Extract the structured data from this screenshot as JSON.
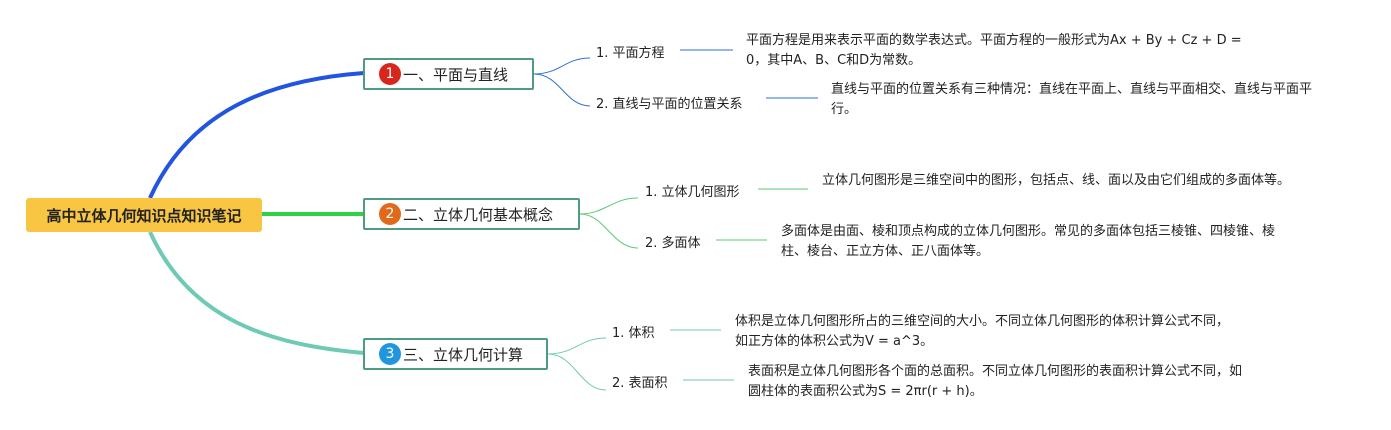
{
  "root": {
    "label": "高中立体几何知识点知识笔记"
  },
  "branches": [
    {
      "number": "1",
      "label": "一、平面与直线",
      "badge_color": "#d9261c",
      "line_color": "#2154e0",
      "items": [
        {
          "label": "1. 平面方程",
          "desc": "平面方程是用来表示平面的数学表达式。平面方程的一般形式为Ax + By + Cz + D = 0，其中A、B、C和D为常数。"
        },
        {
          "label": "2. 直线与平面的位置关系",
          "desc": "直线与平面的位置关系有三种情况：直线在平面上、直线与平面相交、直线与平面平行。"
        }
      ]
    },
    {
      "number": "2",
      "label": "二、立体几何基本概念",
      "badge_color": "#e06a1a",
      "line_color": "#2fd043",
      "items": [
        {
          "label": "1. 立体几何图形",
          "desc": "立体几何图形是三维空间中的图形，包括点、线、面以及由它们组成的多面体等。"
        },
        {
          "label": "2. 多面体",
          "desc": "多面体是由面、棱和顶点构成的立体几何图形。常见的多面体包括三棱锥、四棱锥、棱柱、棱台、正立方体、正八面体等。"
        }
      ]
    },
    {
      "number": "3",
      "label": "三、立体几何计算",
      "badge_color": "#2196dc",
      "line_color": "#6fcab5",
      "items": [
        {
          "label": "1. 体积",
          "desc": "体积是立体几何图形所占的三维空间的大小。不同立体几何图形的体积计算公式不同，如正方体的体积公式为V = a^3。"
        },
        {
          "label": "2. 表面积",
          "desc": "表面积是立体几何图形各个面的总面积。不同立体几何图形的表面积计算公式不同，如圆柱体的表面积公式为S = 2πr(r + h)。"
        }
      ]
    }
  ]
}
